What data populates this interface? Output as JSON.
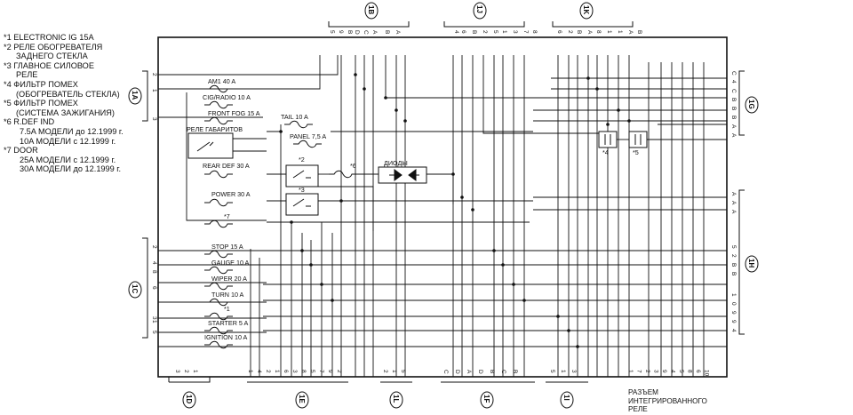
{
  "legend": {
    "items": [
      {
        "code": "*1",
        "lines": [
          "ELECTRONIC IG 15A"
        ]
      },
      {
        "code": "*2",
        "lines": [
          "РЕЛЕ ОБОГРЕВАТЕЛЯ",
          "ЗАДНЕГО СТЕКЛА"
        ]
      },
      {
        "code": "*3",
        "lines": [
          "ГЛАВНОЕ СИЛОВОЕ",
          "РЕЛЕ"
        ]
      },
      {
        "code": "*4",
        "lines": [
          "ФИЛЬТР ПОМЕХ",
          "(ОБОГРЕВАТЕЛЬ СТЕКЛА)"
        ]
      },
      {
        "code": "*5",
        "lines": [
          "ФИЛЬТР ПОМЕХ",
          "(СИСТЕМА ЗАЖИГАНИЯ)"
        ]
      },
      {
        "code": "*6",
        "lines": [
          "R.DEF IND",
          "7.5A МОДЕЛИ до 12.1999 г.",
          "10A МОДЕЛИ с 12.1999 г."
        ]
      },
      {
        "code": "*7",
        "lines": [
          "DOOR",
          "25A МОДЕЛИ с 12.1999 г.",
          "30A МОДЕЛИ до 12.1999 г."
        ]
      }
    ]
  },
  "fuses": {
    "am1": "AM1 40 A",
    "cig": "CIG/RADIO 10 A",
    "frontfog": "FRONT FOG 15 A",
    "tail": "TAIL 10 A",
    "panel": "PANEL 7,5 A",
    "reardef": "REAR DEF 30 A",
    "power": "POWER 30 A",
    "door": "*7",
    "stop": "STOP 15 A",
    "gauge": "GAUGE 10 A",
    "wiper": "WIPER 20 A",
    "turn": "TURN 10 A",
    "eig": "*1",
    "starter": "STARTER 5 A",
    "ignition": "IGNITION 10 A",
    "rdefind": "*6"
  },
  "relays": {
    "gabarit": "РЕЛЕ ГАБАРИТОВ",
    "r2": "*2",
    "r3": "*3"
  },
  "diodes": "ДИОДЫ",
  "filters": {
    "f4": "*4",
    "f5": "*5"
  },
  "connectors": {
    "1A": "1A",
    "1B": "1B",
    "1J": "1J",
    "1K": "1K",
    "1G": "1G",
    "1H": "1H",
    "1C": "1C",
    "1D": "1D",
    "1E": "1E",
    "1L": "1L",
    "1F": "1F",
    "1I": "1I"
  },
  "pins": {
    "1B": [
      "5",
      "9",
      "B",
      "D",
      "C",
      "A",
      "B",
      "A"
    ],
    "1J": [
      "4",
      "6",
      "B",
      "2",
      "5",
      "1",
      "3",
      "7",
      "8"
    ],
    "1K": [
      "6",
      "2",
      "B",
      "A",
      "8",
      "1",
      "1",
      "A",
      "B"
    ],
    "1G": [
      "C",
      "4",
      "C",
      "B",
      "B",
      "B",
      "A",
      "A"
    ],
    "1A": [
      "2",
      "1",
      "3"
    ],
    "1C": [
      "2",
      "4",
      "8",
      "6",
      "3",
      "1",
      "5"
    ],
    "1H_a": [
      "A",
      "A",
      "A"
    ],
    "1H_b": [
      "5",
      "2",
      "B",
      "B"
    ],
    "1H_c": [
      "1",
      "0",
      "9",
      "9",
      "4"
    ],
    "1D": [
      "3",
      "2",
      "1"
    ],
    "1E": [
      "1",
      "4",
      "2",
      "1",
      "6",
      "3",
      "8",
      "5",
      "7",
      "9",
      "2"
    ],
    "1L": [
      "2",
      "1",
      "5"
    ],
    "1F": [
      "C",
      "D",
      "A",
      "D",
      "B",
      "C",
      "B"
    ],
    "1I": [
      "5",
      "1",
      "3"
    ],
    "relay": [
      "1",
      "7",
      "2",
      "3",
      "9",
      "4",
      "5",
      "8",
      "6",
      "10"
    ]
  },
  "relay_caption": [
    "РАЗЪЕМ",
    "ИНТЕГРИРОВАННОГО",
    "РЕЛЕ"
  ]
}
